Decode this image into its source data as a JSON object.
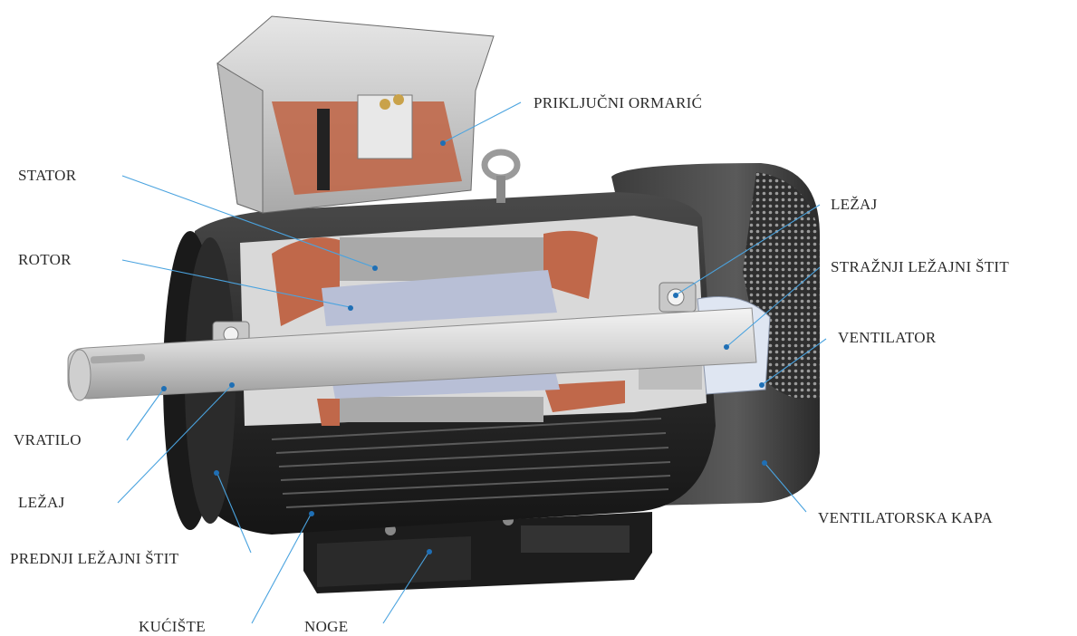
{
  "labels": {
    "prikljucni_ormaric": "PRIKLJUČNI ORMARIĆ",
    "stator": "STATOR",
    "rotor": "ROTOR",
    "lezaj_rear": "LEŽAJ",
    "straznji_lezajni_stit": "STRAŽNJI LEŽAJNI ŠTIT",
    "ventilator": "VENTILATOR",
    "vratilo": "VRATILO",
    "lezaj_front": "LEŽAJ",
    "prednji_lezajni_stit": "PREDNJI LEŽAJNI ŠTIT",
    "ventilatorska_kapa": "VENTILATORSKA KAPA",
    "kuciste": "KUĆIŠTE",
    "noge": "NOGE"
  },
  "colors": {
    "leader": "#4aa3df",
    "dot": "#1f6fb5",
    "housing": "#2b2b2b",
    "stator_core": "#a9a9a9",
    "winding": "#c0684a",
    "rotor": "#b8bfd6",
    "shaft": "#dcdcdc",
    "terminal_box": "#cfcfcf",
    "fan_cover": "#3a3a3a"
  }
}
